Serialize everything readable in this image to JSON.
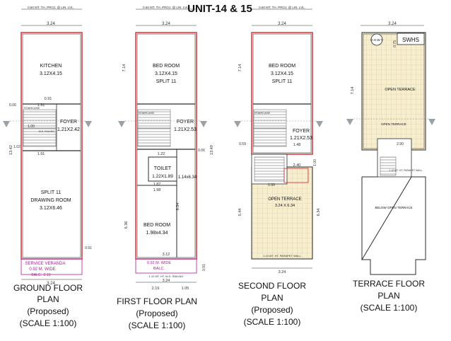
{
  "title": "UNIT-14 & 15",
  "colors": {
    "wall": "#d8232a",
    "line": "#2b2b2b",
    "magenta": "#b5179e",
    "terrace_fill": "#f6eecf",
    "terrace_grid": "#d9c79a",
    "dim": "#444444"
  },
  "plans": {
    "ground": {
      "caption": [
        "GROUND FLOOR",
        "PLAN",
        "(Proposed)",
        "(SCALE 1:100)"
      ],
      "road_note": "0.60 MT. TH. PROJ. @ LIN. LVL.",
      "width_top": "3.24",
      "rooms": {
        "kitchen": [
          "KITCHEN",
          "3.12X4.15"
        ],
        "foyer": [
          "FOYER",
          "1.21X2.42"
        ],
        "drawing": [
          "SPLIT 11",
          "DRAWING ROOM",
          "3.12X6.46"
        ],
        "veranda": [
          "SERVICE VERANDA",
          "0.92 M. WIDE"
        ]
      },
      "labels": {
        "staircase": "STAIRCASE",
        "railing": "M.S. RAILING",
        "balc": "BALC.",
        "balc_dim": "2.19",
        "drop": "0.91"
      },
      "dims": {
        "d_091_top": "0.91",
        "d_191_a": "1.91",
        "d_191_b": "1.91",
        "d_100": "1.00",
        "d_006": "0.06",
        "d_324_bottom": "3.24",
        "d_1342": "13.42",
        "d_102": "1.02"
      }
    },
    "first": {
      "caption": [
        "FIRST FLOOR PLAN",
        "(Proposed)",
        "(SCALE 1:100)"
      ],
      "road_note": "0.60 MT. TH. PROJ. @ LIN. LVL.",
      "width_top": "3.24",
      "rooms": {
        "bedroom1": [
          "BED ROOM",
          "3.12X4.15",
          "SPLIT 11"
        ],
        "foyer": [
          "FOYER",
          "1.21X2.53"
        ],
        "toilet": [
          "TOILET",
          "1.22X1.89"
        ],
        "passage": "1.14x6.34",
        "bedroom2": [
          "BED ROOM",
          "1.98x4.34"
        ],
        "balc": [
          "0.92 M. WIDE",
          "BALC."
        ]
      },
      "labels": {
        "staircase": "STAIRCASE",
        "railing": "1.10 MT. HT. M.S. RAILING"
      },
      "dims": {
        "d_714": "7.14",
        "d_1349": "13.49",
        "d_122": "1.22",
        "d_187": "1.87",
        "d_198": "1.98",
        "d_634": "6.34",
        "d_636": "6.36",
        "d_312": "3.12",
        "d_324_bottom": "3.24",
        "d_219": "2.19",
        "d_105": "1.05",
        "d_091": "0.91",
        "d_006": "0.06"
      }
    },
    "second": {
      "caption": [
        "SECOND FLOOR",
        "PLAN",
        "(Proposed)",
        "(SCALE 1:100)"
      ],
      "road_note": "0.60 MT. TH. PROJ. @ LIN. LVL.",
      "width_top": "3.24",
      "rooms": {
        "bedroom": [
          "BED ROOM",
          "3.12X4.15",
          "SPLIT 11"
        ],
        "foyer": [
          "FOYER",
          "1.21X2.53"
        ],
        "terrace": [
          "OPEN TERRACE",
          "3.24 X 6.34"
        ]
      },
      "labels": {
        "staircase": "STAIRCASE",
        "parapet": "1.10 MT. HT. PARAPET WALL"
      },
      "dims": {
        "d_714": "7.14",
        "d_148": "1.48",
        "d_240": "2.40",
        "d_100": "1.00",
        "d_544": "5.44",
        "d_634": "6.34",
        "d_324_bottom": "3.24",
        "d_059": "0.59",
        "d_099": "0.99"
      }
    },
    "terrace": {
      "caption": [
        "TERRACE FLOOR",
        "PLAN",
        "(SCALE 1:100)"
      ],
      "width_top": "3.24",
      "labels": {
        "ohwt": "O.H.W.T.",
        "swhs": "SWHS",
        "open1": "OPEN TERRACE",
        "open2": "OPEN TERRACE",
        "parapet": "1.10 MT. HT. PARAPET WALL",
        "below": "BELOW OPEN TERRACE"
      },
      "dims": {
        "d_714": "7.14",
        "d_075": "0.75",
        "d_290": "2.90"
      }
    }
  }
}
